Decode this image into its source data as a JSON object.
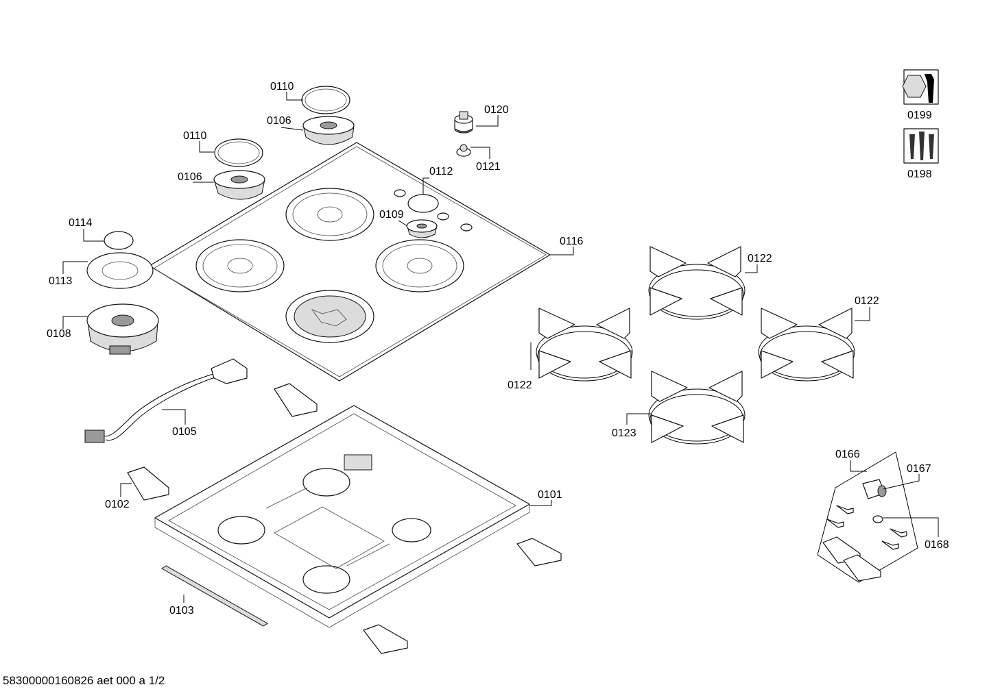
{
  "document_id": "58300000160826 aet 000 a 1/2",
  "labels": {
    "p0101": "0101",
    "p0102": "0102",
    "p0103": "0103",
    "p0105": "0105",
    "p0106a": "0106",
    "p0106b": "0106",
    "p0108": "0108",
    "p0109": "0109",
    "p0110a": "0110",
    "p0110b": "0110",
    "p0112": "0112",
    "p0113": "0113",
    "p0114": "0114",
    "p0116": "0116",
    "p0120": "0120",
    "p0121": "0121",
    "p0122a": "0122",
    "p0122b": "0122",
    "p0122c": "0122",
    "p0123": "0123",
    "p0166": "0166",
    "p0167": "0167",
    "p0168": "0168",
    "p0198": "0198",
    "p0199": "0199"
  },
  "icons": {
    "tool": "wrench-nut-icon",
    "screws": "screw-set-icon"
  }
}
